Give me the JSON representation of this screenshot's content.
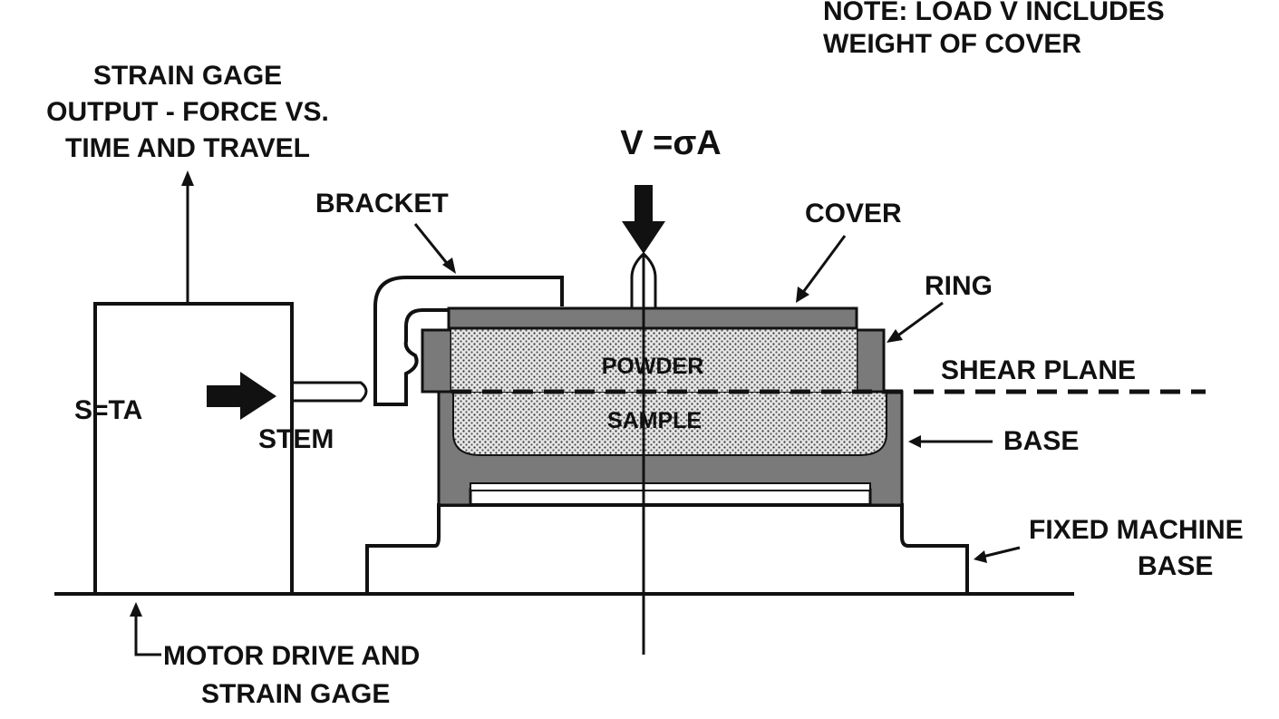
{
  "labels": {
    "note_line1": "NOTE: LOAD V INCLUDES",
    "note_line2": "WEIGHT OF COVER",
    "strain_gage_line1": "STRAIN GAGE",
    "strain_gage_line2": "OUTPUT - FORCE VS.",
    "strain_gage_line3": "TIME AND TRAVEL",
    "load_equation": "V =σA",
    "bracket": "BRACKET",
    "cover": "COVER",
    "ring": "RING",
    "shear_plane": "SHEAR PLANE",
    "shear_force": "S=TA",
    "stem": "STEM",
    "powder": "POWDER",
    "sample": "SAMPLE",
    "base": "BASE",
    "fixed_base_line1": "FIXED MACHINE",
    "fixed_base_line2": "BASE",
    "motor_line1": "MOTOR DRIVE AND",
    "motor_line2": "STRAIN GAGE"
  },
  "colors": {
    "ink": "#111111",
    "part_fill": "#7a7a7a",
    "powder_fill": "#d9d9d9",
    "background": "#ffffff"
  }
}
